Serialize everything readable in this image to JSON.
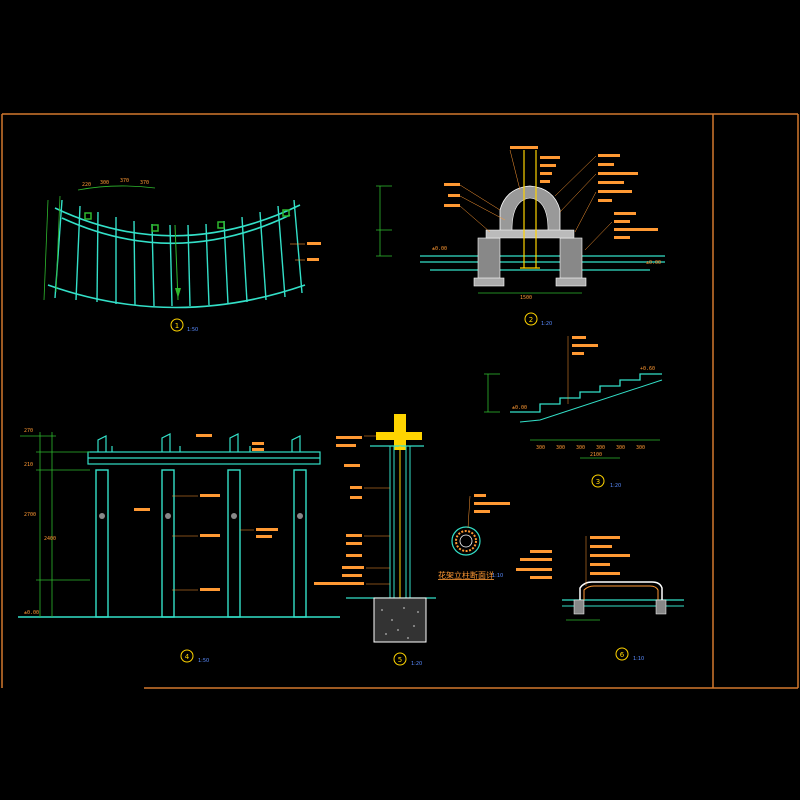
{
  "drawing": {
    "colors": {
      "frame": "#d2782d",
      "structure": "#33e0c8",
      "annotation": "#ff9933",
      "accent_green": "#2eb82e",
      "scale_text": "#5a8cff",
      "marker": "#ffd400",
      "section": "#888888"
    },
    "views": [
      {
        "id": "1",
        "scale": "1:50"
      },
      {
        "id": "2",
        "scale": "1:20"
      },
      {
        "id": "3",
        "scale": "1:20"
      },
      {
        "id": "4",
        "scale": "1:50"
      },
      {
        "id": "5",
        "scale": "1:20"
      },
      {
        "id": "6",
        "scale": "1:10"
      }
    ],
    "detail_title": "花架立柱断面详",
    "detail_scale": "1:10",
    "plan_dims_top": [
      "220",
      "300",
      "370",
      "370"
    ],
    "stair_dims": [
      "300",
      "300",
      "300",
      "300",
      "300",
      "300"
    ],
    "stair_total": "2100",
    "elevations": {
      "stair_top": "+0.60",
      "stair_bottom": "±0.00",
      "elev_zero": "±0.00",
      "sec2_left": "±0.00",
      "sec2_right": "±0.00"
    },
    "sec2_base_dim": "1500",
    "elev_dims_left": [
      "270",
      "210",
      "2700",
      "2400"
    ]
  }
}
